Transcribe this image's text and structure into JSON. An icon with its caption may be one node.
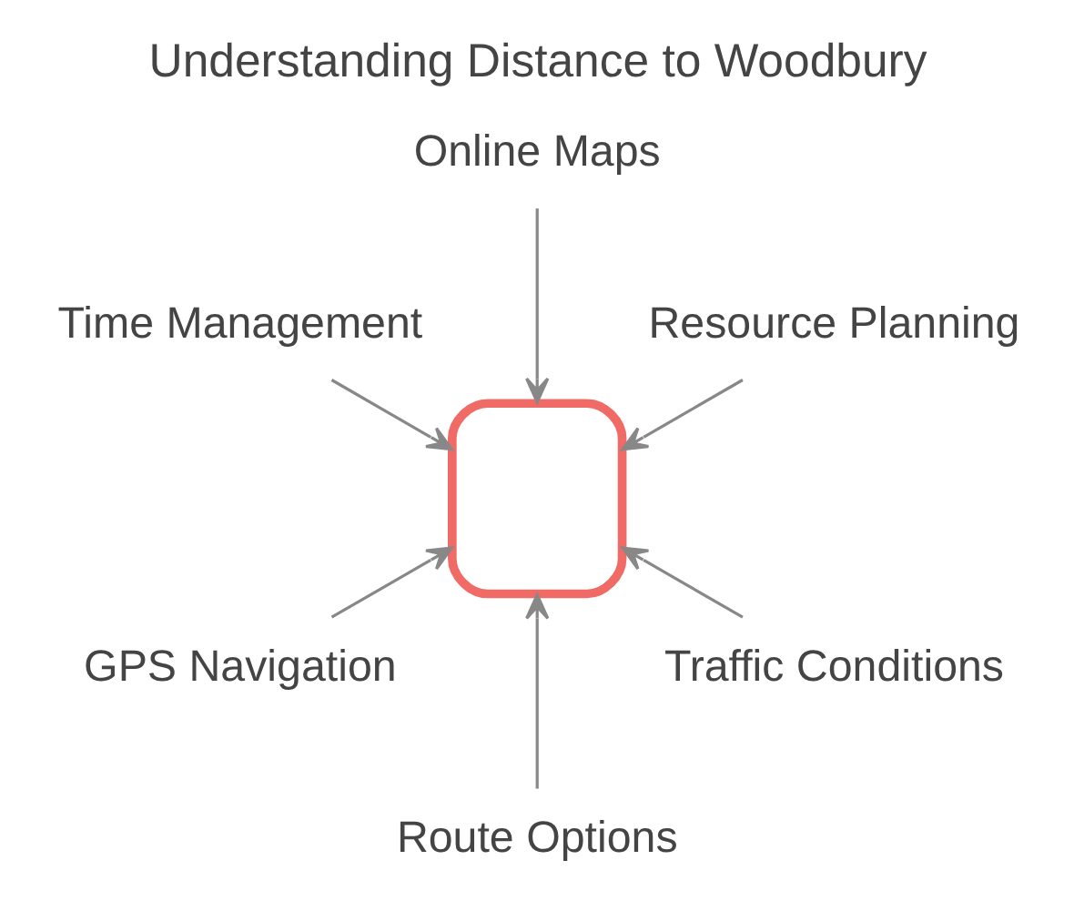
{
  "diagram": {
    "title": "Understanding Distance to Woodbury",
    "nodes": [
      {
        "text": [
          "Resource Planning"
        ]
      },
      {
        "text": [
          "Online Maps"
        ]
      },
      {
        "text": [
          "Time Management"
        ]
      },
      {
        "text": [],
        "shape": "box"
      },
      {
        "text": [
          "GPS Navigation"
        ]
      },
      {
        "text": [
          "Route Options"
        ]
      },
      {
        "text": [
          "Traffic Conditions"
        ]
      }
    ],
    "edges": [
      {
        "from": 0,
        "to": 3,
        "arrow": "to"
      },
      {
        "from": 1,
        "to": 3,
        "arrow": "to"
      },
      {
        "from": 2,
        "to": 3,
        "arrow": "to"
      },
      {
        "from": 4,
        "to": 3,
        "arrow": "to"
      },
      {
        "from": 5,
        "to": 3,
        "arrow": "to"
      },
      {
        "from": 6,
        "to": 3,
        "arrow": "to"
      }
    ]
  }
}
